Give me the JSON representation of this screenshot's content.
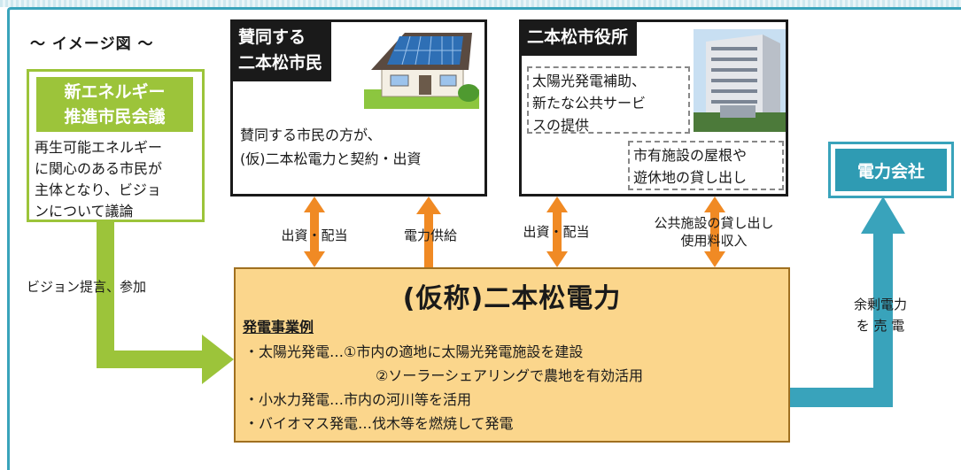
{
  "diagram_title": "〜 イメージ図 〜",
  "council": {
    "name": "新エネルギー\n推進市民会議",
    "description": "再生可能エネルギー\nに関心のある市民が\n主体となり、ビジョ\nンについて議論"
  },
  "council_arrow_label": "ビジョン提言、参加",
  "citizens": {
    "name": "賛同する\n二本松市民",
    "description": "賛同する市民の方が、\n(仮)二本松電力と契約・出資",
    "icon": "house-with-solar-panels"
  },
  "city_hall": {
    "name": "二本松市役所",
    "note_subsidy": "太陽光発電補助、\n新たな公共サービ\nスの提供",
    "note_lending": "市有施設の屋根や\n遊休地の貸し出し",
    "icon": "city-hall-building"
  },
  "power_company": {
    "name": "電力会社"
  },
  "surplus_label": "余剰電力\nを 売 電",
  "arrows": {
    "investment_dividend_1": "出資・配当",
    "power_supply": "電力供給",
    "investment_dividend_2": "出資・配当",
    "facility_lending": "公共施設の貸し出し\n使用料収入"
  },
  "company": {
    "name": "(仮称)二本松電力",
    "examples_heading": "発電事業例",
    "examples": [
      "・太陽光発電…①市内の適地に太陽光発電施設を建設",
      "②ソーラーシェアリングで農地を有効活用",
      "・小水力発電…市内の河川等を活用",
      "・バイオマス発電…伐木等を燃焼して発電"
    ]
  },
  "colors": {
    "green": "#9cc43a",
    "teal": "#39a3bb",
    "orange": "#f08a24",
    "company_fill": "#fbd68c"
  }
}
